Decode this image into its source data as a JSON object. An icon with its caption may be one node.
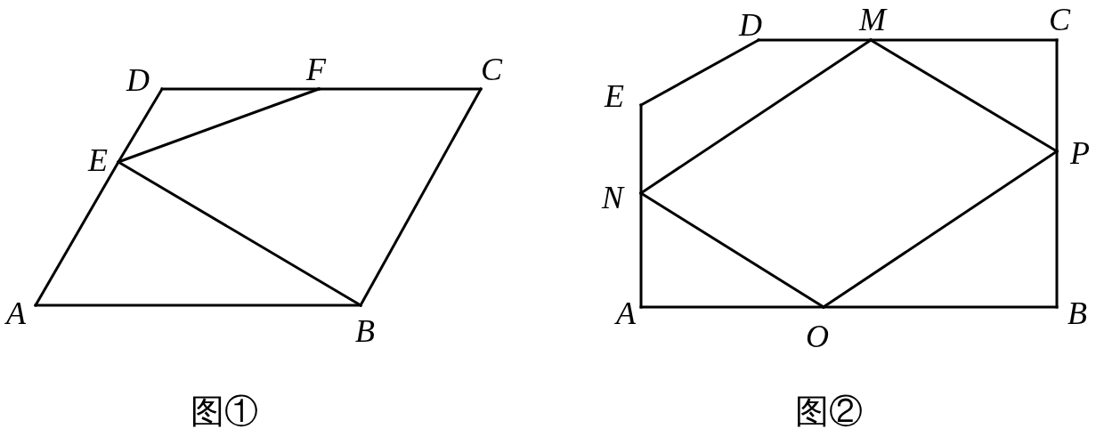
{
  "diagram": {
    "nodes": [
      {
        "text": [
          "D"
        ]
      },
      {
        "text": [
          "F"
        ]
      },
      {
        "text": [
          "C"
        ]
      },
      {
        "text": [
          "E"
        ]
      },
      {
        "text": [
          "A"
        ]
      },
      {
        "text": [
          "B"
        ]
      },
      {
        "text": [
          "D"
        ]
      },
      {
        "text": [
          "M"
        ]
      },
      {
        "text": [
          "C"
        ]
      },
      {
        "text": [
          "E"
        ]
      },
      {
        "text": [
          "P"
        ]
      },
      {
        "text": [
          "N"
        ]
      },
      {
        "text": [
          "A"
        ]
      },
      {
        "text": [
          "O"
        ]
      },
      {
        "text": [
          "B"
        ]
      }
    ],
    "edges": [
      {
        "from": 0,
        "to": 1,
        "arrow": "none"
      },
      {
        "from": 1,
        "to": 2,
        "arrow": "none"
      },
      {
        "from": 0,
        "to": 3,
        "arrow": "none"
      },
      {
        "from": 3,
        "to": 1,
        "arrow": "none"
      },
      {
        "from": 3,
        "to": 5,
        "arrow": "none"
      },
      {
        "from": 3,
        "to": 4,
        "arrow": "none"
      },
      {
        "from": 4,
        "to": 5,
        "arrow": "none"
      },
      {
        "from": 5,
        "to": 2,
        "arrow": "none"
      },
      {
        "from": 6,
        "to": 7,
        "arrow": "none"
      },
      {
        "from": 7,
        "to": 8,
        "arrow": "none"
      },
      {
        "from": 6,
        "to": 9,
        "arrow": "none"
      },
      {
        "from": 9,
        "to": 11,
        "arrow": "none"
      },
      {
        "from": 11,
        "to": 12,
        "arrow": "none"
      },
      {
        "from": 8,
        "to": 10,
        "arrow": "none"
      },
      {
        "from": 10,
        "to": 14,
        "arrow": "none"
      },
      {
        "from": 12,
        "to": 13,
        "arrow": "none"
      },
      {
        "from": 13,
        "to": 14,
        "arrow": "none"
      },
      {
        "from": 11,
        "to": 7,
        "arrow": "none"
      },
      {
        "from": 7,
        "to": 10,
        "arrow": "none"
      },
      {
        "from": 10,
        "to": 13,
        "arrow": "none"
      },
      {
        "from": 13,
        "to": 11,
        "arrow": "none"
      }
    ],
    "labels": [
      "图①",
      "图②"
    ]
  }
}
